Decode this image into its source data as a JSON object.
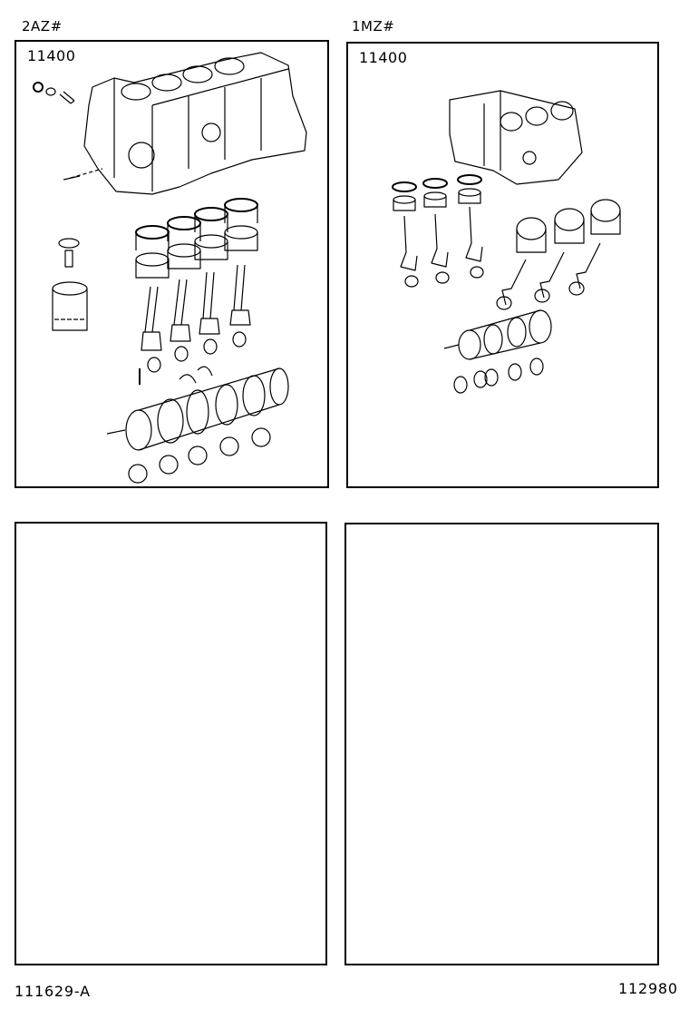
{
  "panels": [
    {
      "id": "top-left",
      "engine_code": "2AZ#",
      "part_number": "11400",
      "illustration": "4-cylinder short block exploded view: cylinder block, pistons with rings, connecting rods, rod bearings, thrust washers, crankshaft, main bearings, oil filter and fittings"
    },
    {
      "id": "top-right",
      "engine_code": "1MZ#",
      "part_number": "11400",
      "illustration": "V6 short block exploded view: cylinder block, 6 pistons with rings, connecting rods, rod bearings, crankshaft, main bearings"
    },
    {
      "id": "bottom-left",
      "engine_code": "",
      "part_number": ""
    },
    {
      "id": "bottom-right",
      "engine_code": "",
      "part_number": ""
    }
  ],
  "footer": {
    "left_ref": "111629-A",
    "right_ref": "112980"
  }
}
